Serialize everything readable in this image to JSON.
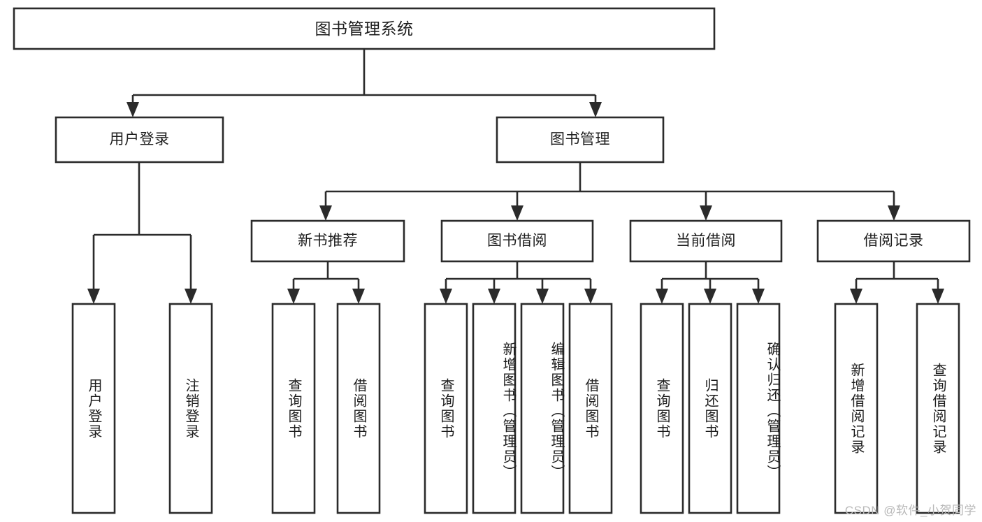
{
  "diagram": {
    "type": "hierarchy-tree",
    "title": "图书管理系统",
    "watermark": "CSDN @软件_小贺同学",
    "colors": {
      "box_stroke": "#2b2b2b",
      "box_fill": "#ffffff",
      "text": "#1d1d1d",
      "background": "#ffffff",
      "watermark": "#b9b9b9"
    },
    "nodes": {
      "root": "图书管理系统",
      "level2": {
        "user_login": "用户登录",
        "book_manage": "图书管理"
      },
      "level3": {
        "new_book_rec": "新书推荐",
        "book_borrow": "图书借阅",
        "current_borrow": "当前借阅",
        "borrow_record": "借阅记录"
      },
      "leaves": {
        "user_login_1": "用户登录",
        "user_login_2": "注销登录",
        "new_book_rec_1": "查询图书",
        "new_book_rec_2": "借阅图书",
        "book_borrow_1": "查询图书",
        "book_borrow_2": "新增图书（管理员）",
        "book_borrow_3": "编辑图书（管理员）",
        "book_borrow_4": "借阅图书",
        "current_borrow_1": "查询图书",
        "current_borrow_2": "归还图书",
        "current_borrow_3": "确认归还（管理员）",
        "borrow_record_1": "新增借阅记录",
        "borrow_record_2": "查询借阅记录"
      }
    }
  }
}
